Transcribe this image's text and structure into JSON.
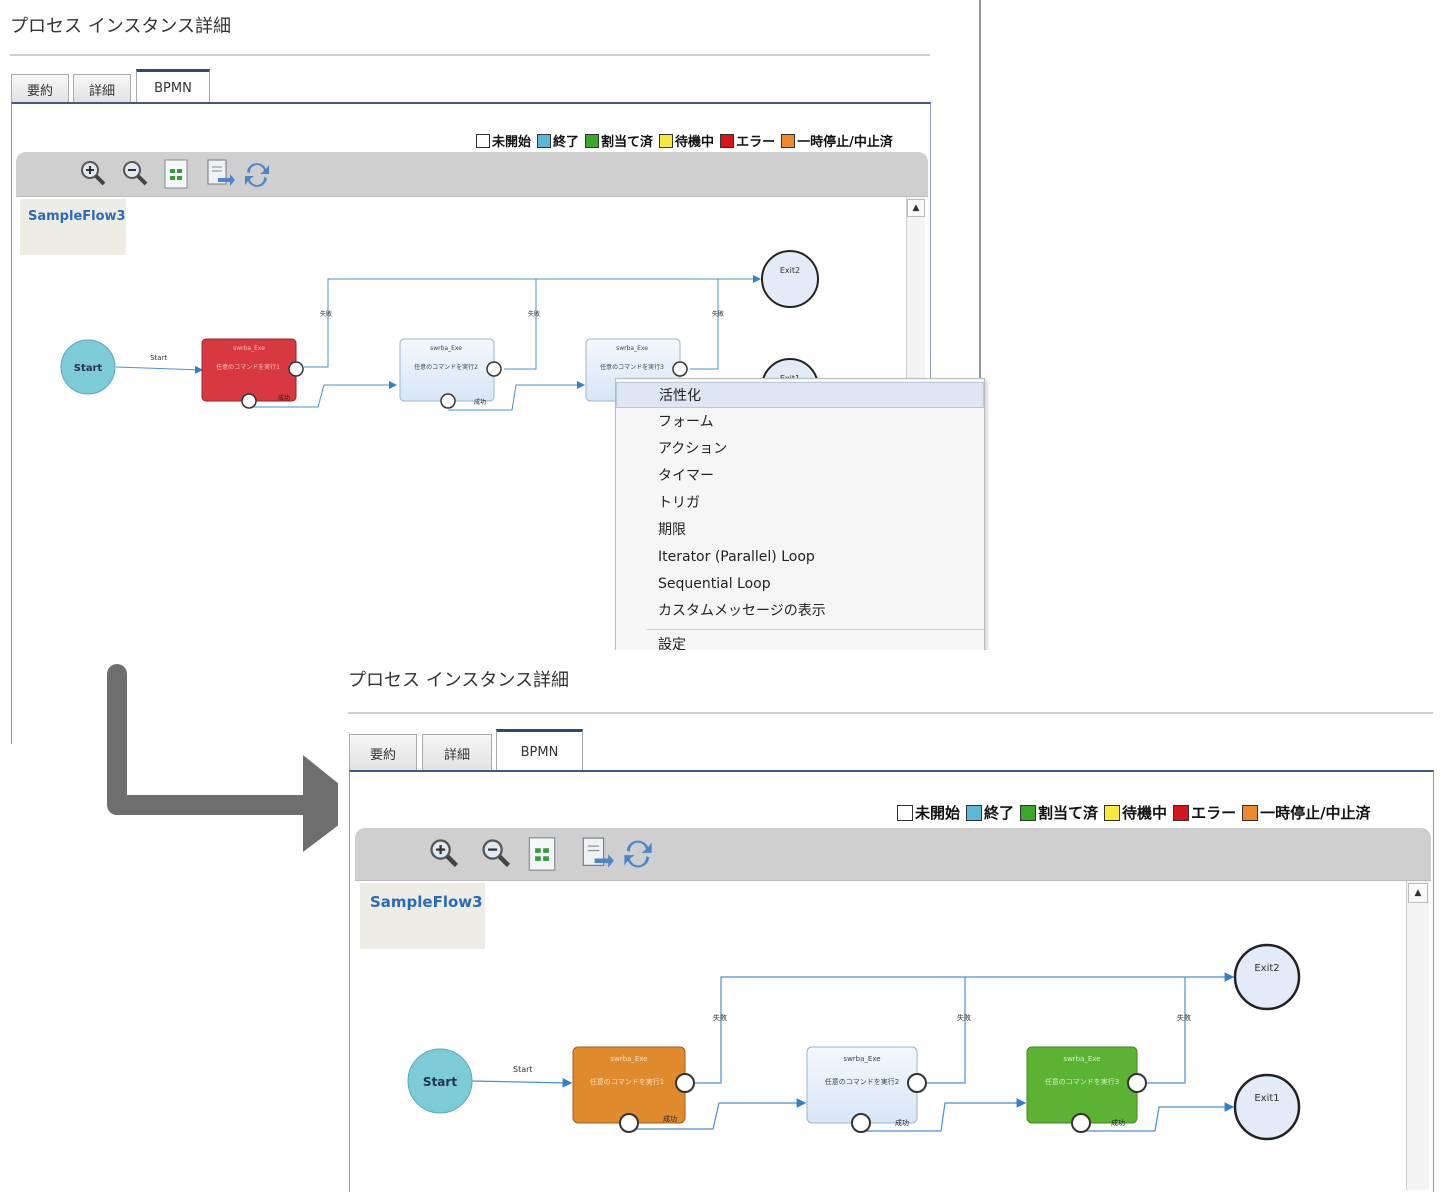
{
  "page": {
    "title": "プロセス インスタンス詳細"
  },
  "tabs": [
    {
      "label": "要約"
    },
    {
      "label": "詳細"
    },
    {
      "label": "BPMN"
    }
  ],
  "legend": [
    {
      "label": "未開始",
      "color": "#ffffff"
    },
    {
      "label": "終了",
      "color": "#5bb8d6"
    },
    {
      "label": "割当て済",
      "color": "#3aa62c"
    },
    {
      "label": "待機中",
      "color": "#f5e93a"
    },
    {
      "label": "エラー",
      "color": "#d8141b"
    },
    {
      "label": "一時停止/中止済",
      "color": "#ee8a2c"
    }
  ],
  "toolbar_icons": [
    "zoom-in-icon",
    "zoom-out-icon",
    "fit-page-icon",
    "export-icon",
    "refresh-icon"
  ],
  "flow_name": "SampleFlow3",
  "diagram": {
    "start_label": "Start",
    "start_edge_label": "Start",
    "task_title": "swrba_Exe",
    "task_desc": [
      "任意のコマンドを実行1",
      "任意のコマンドを実行2",
      "任意のコマンドを実行3"
    ],
    "fail_label": "失敗",
    "success_label": "成功",
    "exit2": "Exit2",
    "exit1": "Exit1",
    "exit1_partial": "Exit1"
  },
  "context_menu": {
    "items": [
      "活性化",
      "フォーム",
      "アクション",
      "タイマー",
      "トリガ",
      "期限",
      "Iterator (Parallel) Loop",
      "Sequential Loop",
      "カスタムメッセージの表示"
    ],
    "after_separator": "設定"
  },
  "colors": {
    "error": "#d8383f",
    "paused": "#e08a2e",
    "assigned": "#5cb333",
    "task_default": "#e4eef9",
    "start": "#7ecbd8",
    "edge": "#4a90d0"
  }
}
